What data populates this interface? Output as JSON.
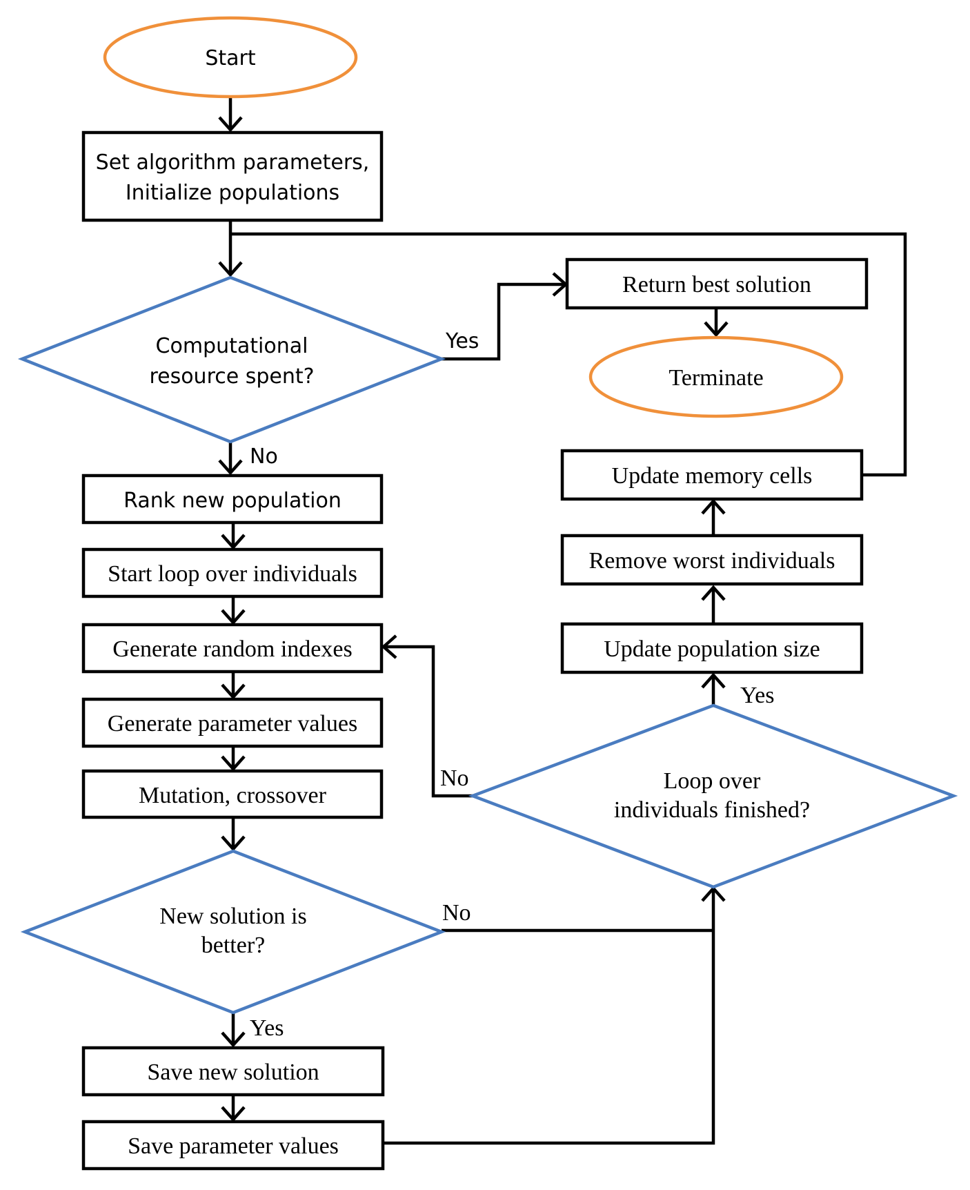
{
  "nodes": {
    "start": "Start",
    "set_params_1": "Set algorithm parameters,",
    "set_params_2": "Initialize populations",
    "comp_resource_1": "Computational",
    "comp_resource_2": "resource spent?",
    "return_best": "Return best solution",
    "terminate": "Terminate",
    "rank_population": "Rank new population",
    "start_loop": "Start loop over individuals",
    "gen_indexes": "Generate random indexes",
    "gen_params": "Generate parameter values",
    "mutation": "Mutation, crossover",
    "new_better_1": "New solution is",
    "new_better_2": "better?",
    "save_solution": "Save new solution",
    "save_params": "Save parameter values",
    "loop_finished_1": "Loop over",
    "loop_finished_2": "individuals finished?",
    "update_pop": "Update population size",
    "remove_worst": "Remove worst individuals",
    "update_memory": "Update memory cells"
  },
  "labels": {
    "yes_resource": "Yes",
    "no_resource": "No",
    "no_loop": "No",
    "yes_loop": "Yes",
    "no_better": "No",
    "yes_better": "Yes"
  },
  "colors": {
    "terminal_outline": "#f0903a",
    "decision_outline": "#4a7cc0",
    "process_outline": "#000000"
  }
}
